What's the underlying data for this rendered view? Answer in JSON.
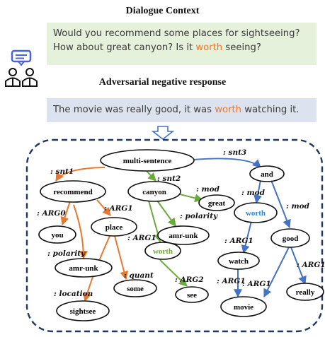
{
  "header": {
    "context_title": "Dialogue Context",
    "negative_title": "Adversarial negative response"
  },
  "context": {
    "line1": "Would you recommend some places for sightseeing?",
    "line2_before": "How about great canyon? Is it ",
    "line2_highlight": "worth",
    "line2_after": " seeing?"
  },
  "response": {
    "before": "The movie was really good, it was ",
    "highlight": "worth",
    "after": " watching it."
  },
  "graph": {
    "nodes": {
      "multi_sentence": "multi-sentence",
      "recommend": "recommend",
      "canyon": "canyon",
      "and": "and",
      "great": "great",
      "worth_right": "worth",
      "you": "you",
      "place": "place",
      "amr_unk_mid": "amr-unk",
      "good": "good",
      "worth_mid": "worth",
      "watch": "watch",
      "amr_unk_left": "amr-unk",
      "some": "some",
      "see": "see",
      "really": "really",
      "movie": "movie",
      "sightsee": "sightsee"
    },
    "edges": {
      "snt1": ": snt1",
      "snt2": ": snt2",
      "snt3": ": snt3",
      "mod_great": ": mod",
      "mod_worth": ": mod",
      "mod_good": ": mod",
      "arg0": ": ARG0",
      "arg1_place": ": ARG1",
      "polarity_canyon": ": polarity",
      "arg1_worth_mid": ": ARG1",
      "arg1_watch": ": ARG1",
      "arg1_really": ": ARG1",
      "polarity_recommend": ": polarity",
      "quant": ": quant",
      "arg2": ": ARG2",
      "arg1_movie": ": ARG1",
      "location": ": location"
    }
  },
  "colors": {
    "orange": "#e8782f",
    "green": "#6aaa3a",
    "blue": "#4472c4",
    "worth_blue": "#2e86d6",
    "context_bg": "#e6f1dc",
    "response_bg": "#dde3ee",
    "frame": "#1f3864"
  },
  "icons": [
    "people-chat-icon",
    "down-arrow-icon"
  ]
}
